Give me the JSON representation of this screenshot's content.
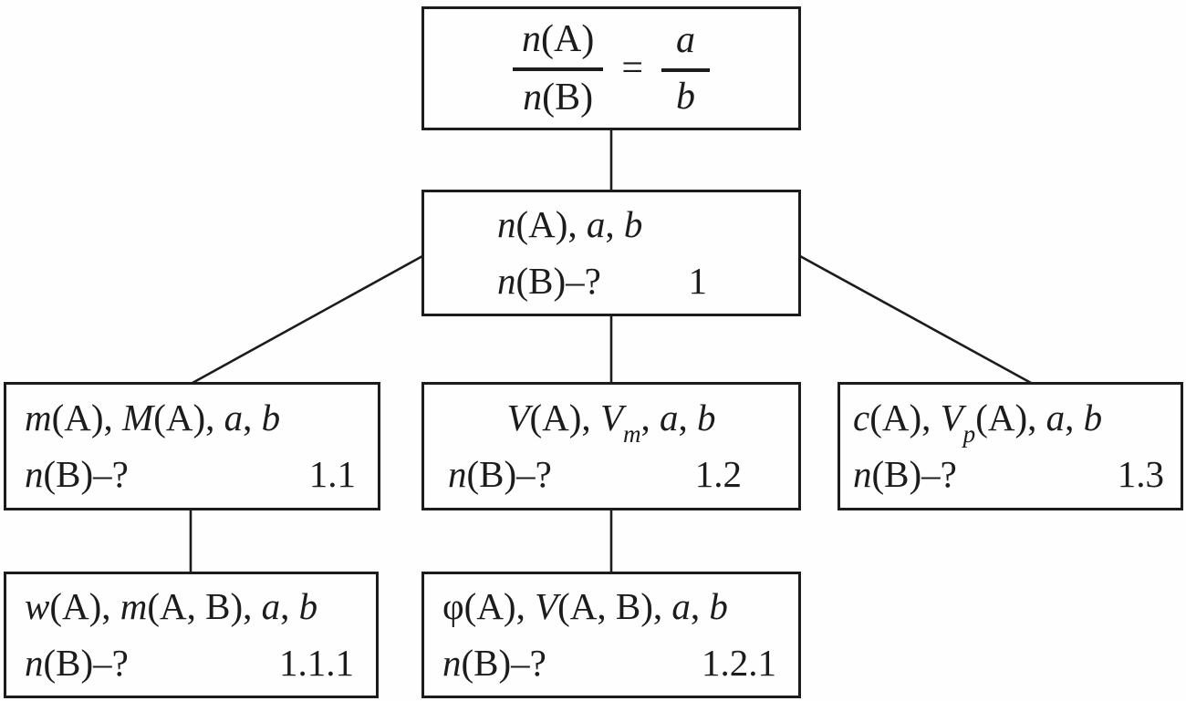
{
  "diagram": {
    "description": "flowchart-of-mole-ratio-problems",
    "ink_color": "#1c1c1c",
    "background_color": "#fefefe",
    "root_box": {
      "lhs_numerator": "*n*(A)",
      "lhs_denominator": "*n*(B)",
      "equals_sign": "=",
      "rhs_numerator": "*a*",
      "rhs_denominator": "*b*"
    },
    "nodes": [
      {
        "id": "1",
        "given": "*n*(A), *a*, *b*",
        "question": "*n*(B)–?",
        "label": "1"
      },
      {
        "id": "1.1",
        "given": "*m*(A), *M*(A), *a*, *b*",
        "question": "*n*(B)–?",
        "label": "1.1"
      },
      {
        "id": "1.2",
        "given": "*V*(A), *V*~m~, *a*, *b*",
        "question": "*n*(B)–?",
        "label": "1.2"
      },
      {
        "id": "1.3",
        "given": "*c*(A), *V*~p~(A), *a*, *b*",
        "question": "*n*(B)–?",
        "label": "1.3"
      },
      {
        "id": "1.1.1",
        "given": "*w*(A), *m*(A, B), *a*, *b*",
        "question": "*n*(B)–?",
        "label": "1.1.1"
      },
      {
        "id": "1.2.1",
        "given": "φ(A), *V*(A, B), *a*, *b*",
        "question": "*n*(B)–?",
        "label": "1.2.1"
      }
    ]
  }
}
